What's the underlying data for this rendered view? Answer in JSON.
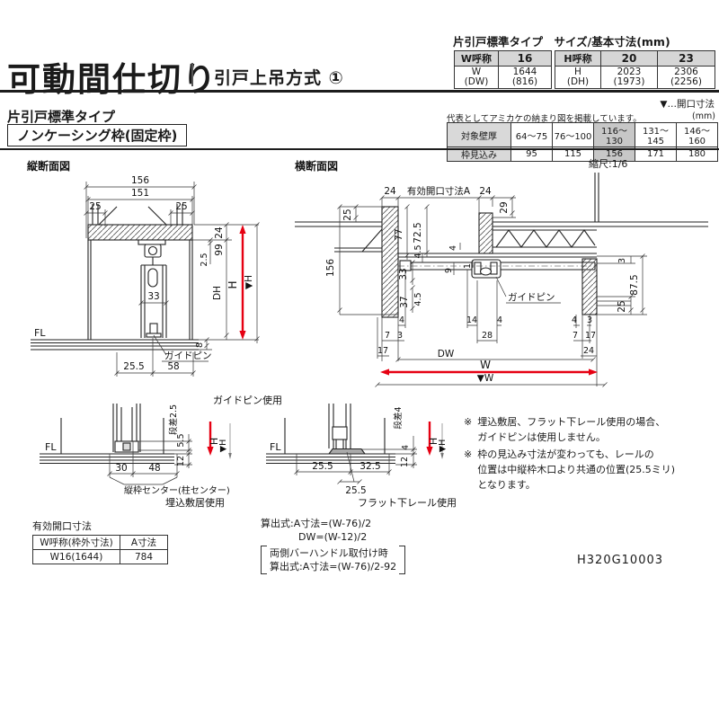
{
  "colors": {
    "accent_red": "#e60012",
    "table_header_gray": "#d6d6d6",
    "highlight_gray": "#c7c7c7"
  },
  "header": {
    "title": "可動間仕切り",
    "subtitle": "引戸上吊方式 ①",
    "spec_title": "片引戸標準タイプ　サイズ/基本寸法(mm)",
    "w_table": {
      "head": [
        "W呼称",
        "16"
      ],
      "row_label": [
        "W",
        "(DW)"
      ],
      "row_value": [
        "1644",
        "(816)"
      ]
    },
    "h_table": {
      "head": [
        "H呼称",
        "20",
        "23"
      ],
      "row_label": [
        "H",
        "(DH)"
      ],
      "values": [
        [
          "2023",
          "(1973)"
        ],
        [
          "2306",
          "(2256)"
        ]
      ]
    },
    "opening_note": "▼…開口寸法"
  },
  "section": {
    "heading": "片引戸標準タイプ",
    "subheading": "ノンケーシング枠(固定枠)",
    "wall_table": {
      "caption": "代表としてアミカケの納まり図を掲載しています。",
      "unit": "(mm)",
      "row1": [
        "対象壁厚",
        "64〜75",
        "76〜100",
        "116〜130",
        "131〜145",
        "146〜160"
      ],
      "row2": [
        "枠見込み",
        "95",
        "115",
        "156",
        "171",
        "180"
      ]
    },
    "scale_note": "縮尺:1/6"
  },
  "vertical_section": {
    "title": "縦断面図",
    "d156": "156",
    "d151": "151",
    "d25l": "25",
    "d25r": "25",
    "d24": "24",
    "d99": "99",
    "d2_5": "2.5",
    "d33": "33",
    "dDH": "DH",
    "dH": "H",
    "dHm": "▼H",
    "d8": "8",
    "fl": "FL",
    "d25_5": "25.5",
    "d58": "58",
    "pin": "ガイドピン",
    "caption": "ガイドピン使用"
  },
  "horizontal_section": {
    "title": "横断面図",
    "d24l": "24",
    "dA": "有効開口寸法A",
    "d24r": "24",
    "d29": "29",
    "d25": "25",
    "d156": "156",
    "d77": "77",
    "d72_5": "72.5",
    "d4_5a": "4.5",
    "d4a": "4",
    "d9": "9",
    "d1": "1",
    "d33": "33",
    "d37": "37",
    "d4_5b": "4.5",
    "pin": "ガイドピン",
    "d3a": "3",
    "d87_5": "87.5",
    "d25r": "25",
    "d4b": "4",
    "d7a": "7",
    "d3b": "3",
    "d17a": "17",
    "d14": "14",
    "d4c": "4",
    "d28": "28",
    "d4d": "4",
    "d3c": "3",
    "d7b": "7",
    "d17b": "17",
    "d24b": "24",
    "dDW": "DW",
    "dW": "W",
    "dWm": "▼W"
  },
  "sill_detail": {
    "fl": "FL",
    "step": "段差2.5",
    "d5_5": "5.5",
    "dH": "H",
    "dHm": "▼H",
    "d12": "12",
    "d30": "30",
    "d48": "48",
    "leader": "縦枠センター(柱センター)",
    "caption": "埋込敷居使用"
  },
  "rail_detail": {
    "fl": "FL",
    "step": "段差4",
    "d4": "4",
    "dH": "H",
    "dHm": "▼H",
    "d12": "12",
    "d25_5a": "25.5",
    "d32_5": "32.5",
    "d25_5b": "25.5",
    "caption": "フラット下レール使用"
  },
  "notes": {
    "marker": "※",
    "note1": [
      "埋込敷居、フラット下レール使用の場合、",
      "ガイドピンは使用しません。"
    ],
    "note2": [
      "枠の見込み寸法が変わっても、レールの",
      "位置は中縦枠木口より共通の位置(25.5ミリ)",
      "となります。"
    ]
  },
  "opening_table": {
    "title": "有効開口寸法",
    "head": [
      "W呼称(枠外寸法)",
      "A寸法"
    ],
    "row": [
      "W16(1644)",
      "784"
    ]
  },
  "formulas": {
    "line1": "算出式:A寸法=(W-76)/2",
    "line2": "DW=(W-12)/2",
    "line3": "両側バーハンドル取付け時",
    "line4": "算出式:A寸法=(W-76)/2-92"
  },
  "doc_code": "H320G10003"
}
